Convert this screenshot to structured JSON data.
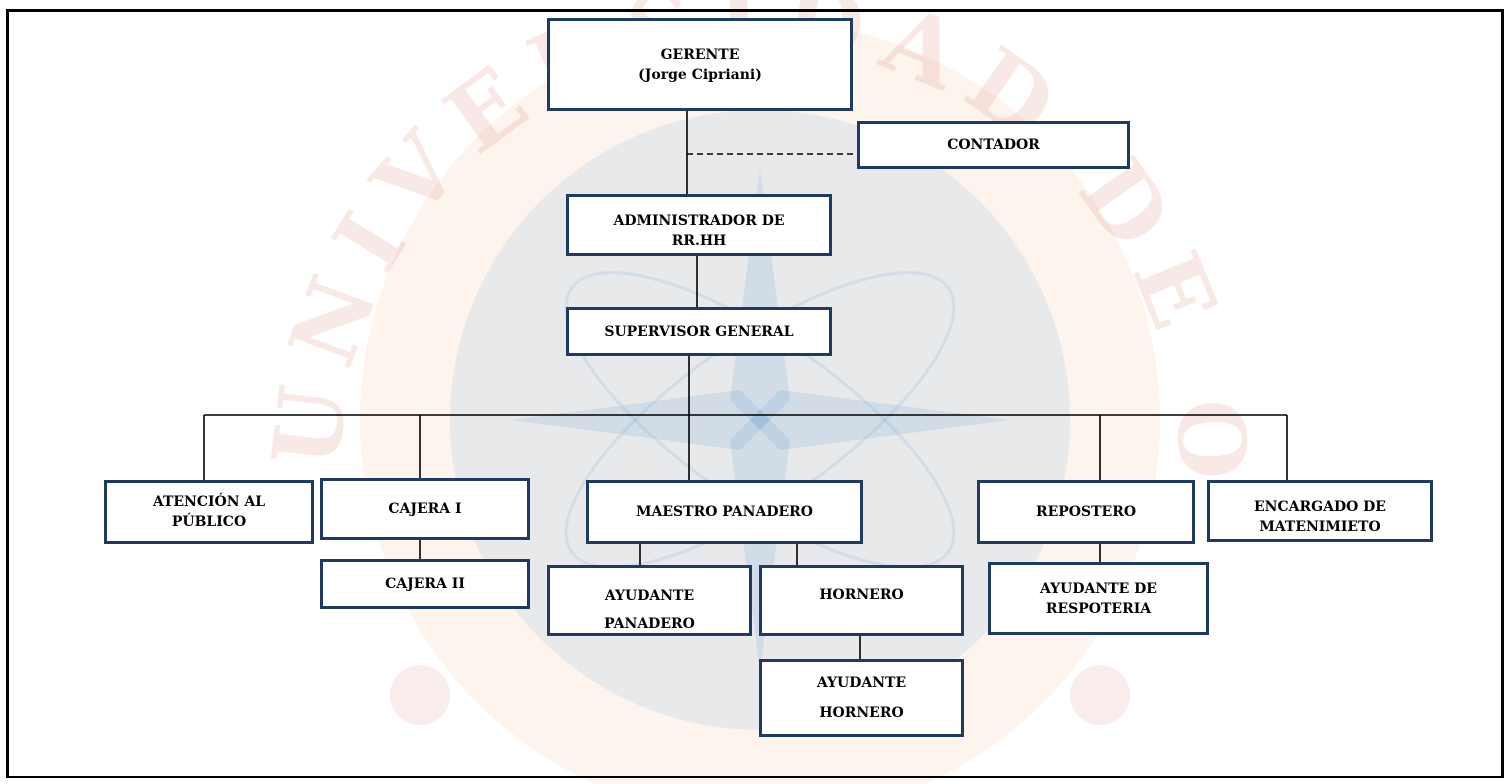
{
  "colors": {
    "box_border": "#1f3a63",
    "line": "#000000",
    "watermark_ring": "#c84a3e",
    "watermark_blue": "#5b9bd5",
    "watermark_gold": "#e8b84a"
  },
  "watermark": {
    "arc_text": "UNIVERSIDAD DE ORIENTE",
    "icon": "university-seal-watermark"
  },
  "org": {
    "gerente": "GERENTE\n(Jorge Cipriani)",
    "contador": "CONTADOR",
    "administrador": "ADMINISTRADOR DE\nRR.HH",
    "supervisor": "SUPERVISOR GENERAL",
    "atencion": "ATENCIÓN AL\nPÚBLICO",
    "cajera1": "CAJERA I",
    "cajera2": "CAJERA II",
    "maestro": "MAESTRO PANADERO",
    "ayudante_panadero": "AYUDANTE\nPANADERO",
    "hornero": "HORNERO",
    "ayudante_hornero": "AYUDANTE\nHORNERO",
    "repostero": "REPOSTERO",
    "ayudante_reposteria": "AYUDANTE DE\nRESPOTERIA",
    "encargado": "ENCARGADO DE\nMATENIMIETO"
  }
}
